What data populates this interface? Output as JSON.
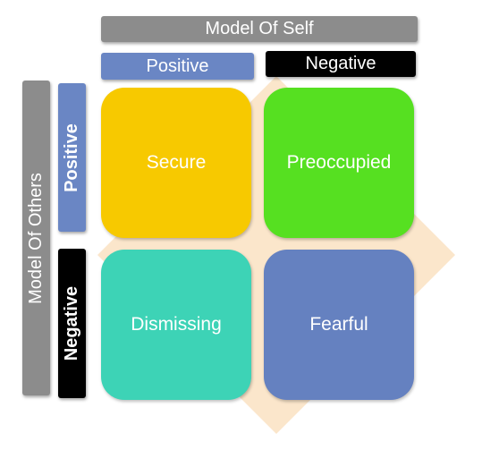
{
  "model_of_self": {
    "title": "Model Of Self",
    "positive": "Positive",
    "negative": "Negative"
  },
  "model_of_others": {
    "title": "Model Of Others",
    "positive": "Positive",
    "negative": "Negative"
  },
  "quadrants": {
    "secure": "Secure",
    "preoccupied": "Preoccupied",
    "dismissing": "Dismissing",
    "fearful": "Fearful"
  },
  "colors": {
    "header_gray": "#8c8c8c",
    "positive_blue": "#6a86c4",
    "negative_black": "#000000",
    "secure": "#f7c900",
    "preoccupied": "#56e021",
    "dismissing": "#3dd3b6",
    "fearful": "#6581c0",
    "backdrop": "#fbe6cb"
  }
}
